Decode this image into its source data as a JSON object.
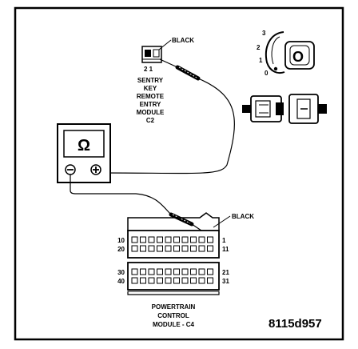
{
  "labels": {
    "sentry_pins": "2  1",
    "sentry_wire": "BLACK",
    "sentry_module": [
      "SENTRY",
      "KEY",
      "REMOTE",
      "ENTRY",
      "MODULE",
      "C2"
    ],
    "ignition_positions": [
      "3",
      "2",
      "1",
      "0"
    ],
    "meter_symbol": "Ω",
    "meter_minus": "−",
    "meter_plus": "+",
    "pcm_wire": "BLACK",
    "pcm_pins_upper_left": [
      "10",
      "20"
    ],
    "pcm_pins_upper_right": [
      "1",
      "11"
    ],
    "pcm_pins_lower_left": [
      "30",
      "40"
    ],
    "pcm_pins_lower_right": [
      "21",
      "31"
    ],
    "pcm_module": [
      "POWERTRAIN",
      "CONTROL",
      "MODULE - C4"
    ],
    "figure_id": "8115d957"
  }
}
